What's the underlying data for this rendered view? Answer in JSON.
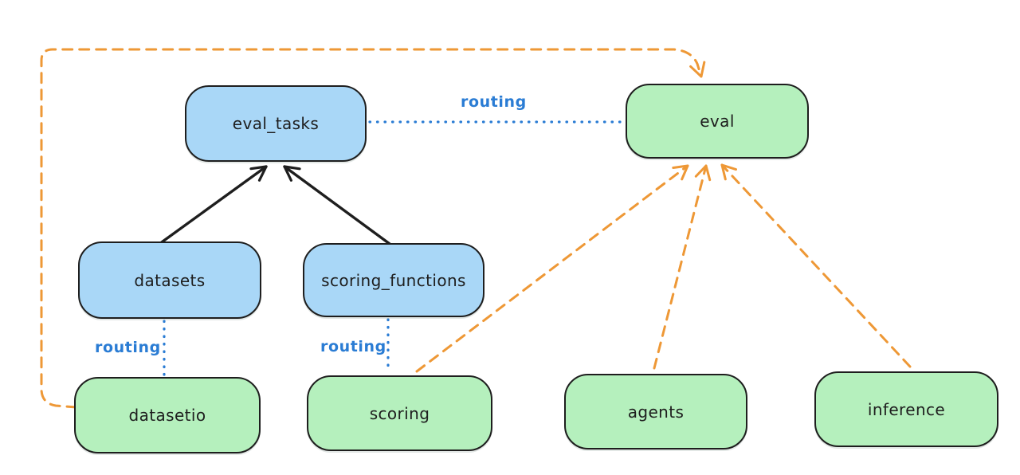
{
  "diagram_type": "architecture-diagram",
  "colors": {
    "canvas_bg": "#ffffff",
    "node_border": "#1e1e1e",
    "api_fill": "#a9d7f7",
    "provider_fill": "#b5f0bd",
    "routing_color": "#2a7cd4",
    "dependency_color": "#ee9836",
    "arrow_color": "#1e1e1e"
  },
  "nodes": [
    {
      "id": "eval_tasks",
      "label": "eval_tasks",
      "kind": "blue"
    },
    {
      "id": "eval",
      "label": "eval",
      "kind": "green"
    },
    {
      "id": "datasets",
      "label": "datasets",
      "kind": "blue"
    },
    {
      "id": "scoring_functions",
      "label": "scoring_functions",
      "kind": "blue"
    },
    {
      "id": "datasetio",
      "label": "datasetio",
      "kind": "green"
    },
    {
      "id": "scoring",
      "label": "scoring",
      "kind": "green"
    },
    {
      "id": "agents",
      "label": "agents",
      "kind": "green"
    },
    {
      "id": "inference",
      "label": "inference",
      "kind": "green"
    }
  ],
  "edges": [
    {
      "from": "datasets",
      "to": "eval_tasks",
      "style": "solid-black-arrow",
      "label": ""
    },
    {
      "from": "scoring_functions",
      "to": "eval_tasks",
      "style": "solid-black-arrow",
      "label": ""
    },
    {
      "from": "eval_tasks",
      "to": "eval",
      "style": "dotted-blue",
      "label": "routing"
    },
    {
      "from": "datasets",
      "to": "datasetio",
      "style": "dotted-blue",
      "label": "routing"
    },
    {
      "from": "scoring_functions",
      "to": "scoring",
      "style": "dotted-blue",
      "label": "routing"
    },
    {
      "from": "datasetio",
      "to": "eval",
      "style": "dashed-orange-arrow",
      "label": ""
    },
    {
      "from": "scoring",
      "to": "eval",
      "style": "dashed-orange-arrow",
      "label": ""
    },
    {
      "from": "agents",
      "to": "eval",
      "style": "dashed-orange-arrow",
      "label": ""
    },
    {
      "from": "inference",
      "to": "eval",
      "style": "dashed-orange-arrow",
      "label": ""
    }
  ]
}
